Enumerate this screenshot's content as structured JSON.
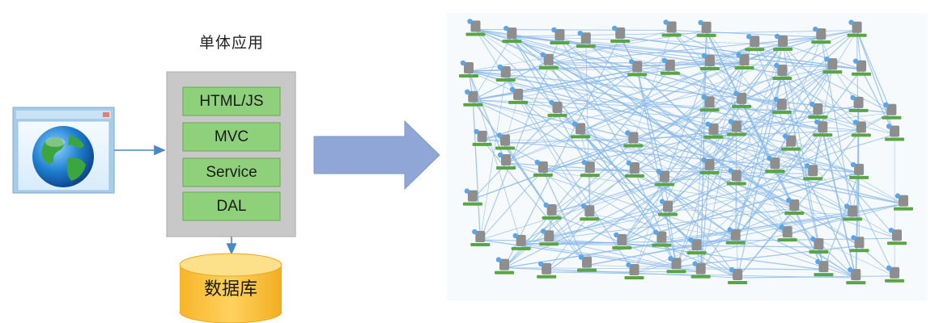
{
  "monolith": {
    "title": "单体应用",
    "layers": [
      "HTML/JS",
      "MVC",
      "Service",
      "DAL"
    ]
  },
  "database": {
    "label": "数据库"
  },
  "icons": {
    "browser": "browser-globe-icon",
    "database": "database-cylinder-icon",
    "transition": "right-arrow-icon",
    "network": "microservice-network-graph"
  },
  "colors": {
    "layer_fill": "#8fd17a",
    "layer_border": "#6aa955",
    "container_fill": "#c8c8c8",
    "database_fill": "#fbc53a",
    "arrow_fill": "#8fa6d7",
    "connector": "#4a86c8",
    "network_edge": "#88b8ea",
    "node_server": "#8e8e8e",
    "node_base": "#59a544"
  }
}
